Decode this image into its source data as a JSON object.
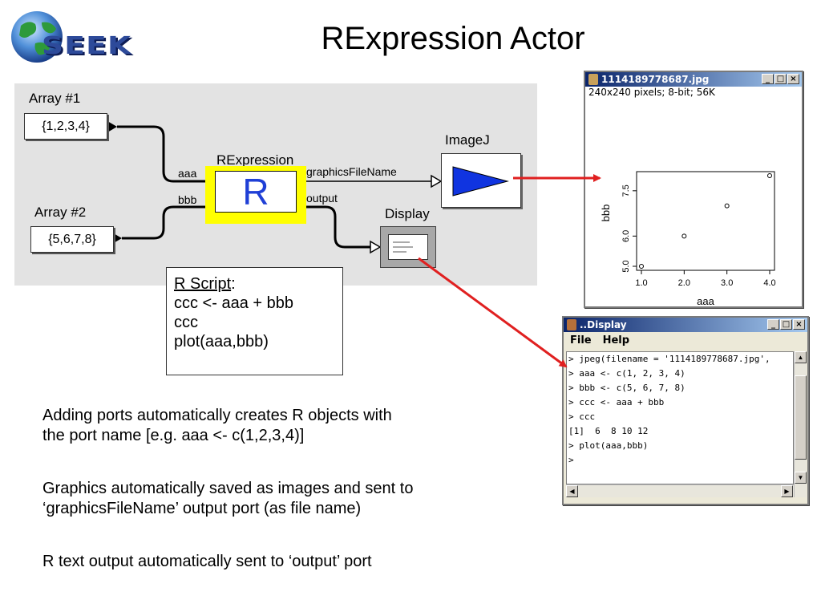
{
  "slide": {
    "title": "RExpression Actor",
    "logo_text": "SEEK",
    "colors": {
      "accent_arrow": "#e02020",
      "highlight": "#ffff00",
      "r_blue": "#1f3fd6"
    }
  },
  "workflow": {
    "array1_label": "Array #1",
    "array1_value": "{1,2,3,4}",
    "array2_label": "Array #2",
    "array2_value": "{5,6,7,8}",
    "rexpression_label": "RExpression",
    "rexpression_symbol": "R",
    "port_aaa": "aaa",
    "port_bbb": "bbb",
    "port_graphics": "graphicsFileName",
    "port_output": "output",
    "imagej_label": "ImageJ",
    "display_label": "Display"
  },
  "rscript": {
    "heading": "R Script",
    "colon": ":",
    "lines": [
      "ccc <- aaa + bbb",
      "ccc",
      "plot(aaa,bbb)"
    ]
  },
  "body_text": {
    "para1_line1": "Adding ports automatically creates R objects with",
    "para1_line2": "the port name [e.g.  aaa <- c(1,2,3,4)]",
    "para2_line1": "Graphics automatically saved as images and sent to",
    "para2_line2": "‘graphicsFileName’ output port (as file name)",
    "para3": "R text output automatically sent to ‘output’ port"
  },
  "imagej_window": {
    "title": "1114189778687.jpg",
    "info": "240x240 pixels; 8-bit; 56K",
    "btn_min": "_",
    "btn_max": "□",
    "btn_close": "×"
  },
  "display_window": {
    "title": "..Display",
    "menu": [
      "File",
      "Help"
    ],
    "console_lines": [
      "> jpeg(filename = '1114189778687.jpg',",
      "> aaa <- c(1, 2, 3, 4)",
      "> bbb <- c(5, 6, 7, 8)",
      "> ccc <- aaa + bbb",
      "> ccc",
      "[1]  6  8 10 12",
      "> plot(aaa,bbb)",
      ">"
    ],
    "btn_min": "_",
    "btn_max": "□",
    "btn_close": "×"
  },
  "chart_data": {
    "type": "scatter",
    "x": [
      1,
      2,
      3,
      4
    ],
    "y": [
      5,
      6,
      7,
      8
    ],
    "xlabel": "aaa",
    "ylabel": "bbb",
    "xlim": [
      1,
      4
    ],
    "ylim": [
      5,
      8
    ],
    "x_ticks": [
      "1.0",
      "2.0",
      "3.0",
      "4.0"
    ],
    "y_ticks": [
      "5.0",
      "6.0",
      "7.5"
    ],
    "grid": false
  }
}
